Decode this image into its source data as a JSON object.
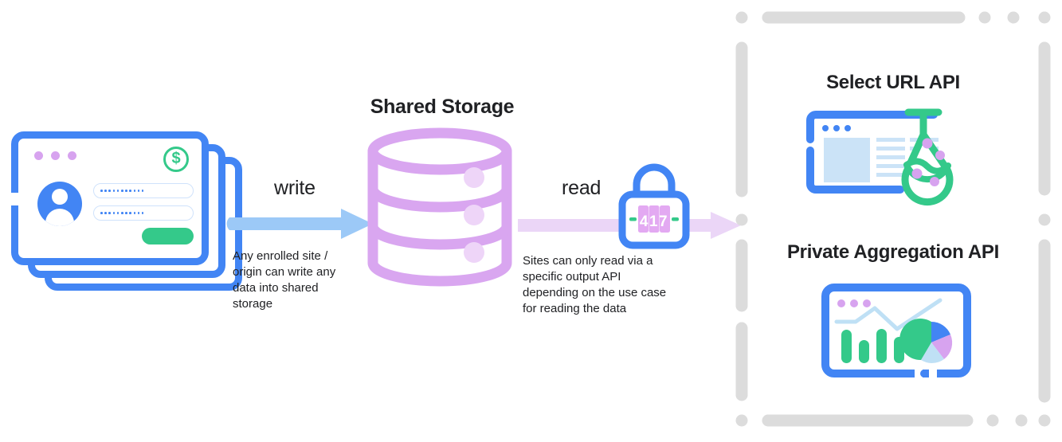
{
  "diagram": {
    "title": "Shared Storage write/read flow",
    "storage": {
      "label": "Shared Storage",
      "icon": "database-cylinder-icon",
      "color": "#D9A6F0"
    },
    "write_flow": {
      "label": "write",
      "caption": "Any enrolled site /\norigin can write any\ndata into shared\nstorage",
      "arrow_color": "#9CC9F7",
      "icon": "arrow-right-icon"
    },
    "read_flow": {
      "label": "read",
      "caption": "Sites can only read via a\nspecific output API\ndepending on the use case\nfor reading the data",
      "arrow_color": "#EBD6F7",
      "icon": "arrow-right-icon",
      "lock": {
        "icon": "combination-lock-icon",
        "digits": "417",
        "body_color": "#4285F4",
        "dial_color": "#E3A9F2",
        "tick_color": "#34C98A"
      }
    },
    "source": {
      "icon": "login-card-stack-icon",
      "card_count": 3,
      "window_dots": 3,
      "badge_icon": "dollar-circle-icon",
      "avatar_icon": "user-avatar-icon",
      "password_fields": 2,
      "submit_button": "",
      "accent_blue": "#4285F4",
      "accent_green": "#34C98A",
      "accent_purple": "#D7A3EF"
    },
    "output_apis": {
      "frame_style": "dashed-rounded-border",
      "frame_color": "#DCDCDC",
      "items": [
        {
          "label": "Select URL API",
          "icon": "browser-flask-icon",
          "flask_color": "#34C98A",
          "browser_color": "#4285F4",
          "bubble_color": "#D7A3EF"
        },
        {
          "label": "Private Aggregation API",
          "icon": "browser-chart-icon",
          "browser_color": "#4285F4",
          "bar_color": "#34C98A",
          "line_color": "#BFE0F5",
          "pie_colors": [
            "#34C98A",
            "#4285F4",
            "#D7A3EF",
            "#BFE0F5"
          ]
        }
      ]
    }
  }
}
